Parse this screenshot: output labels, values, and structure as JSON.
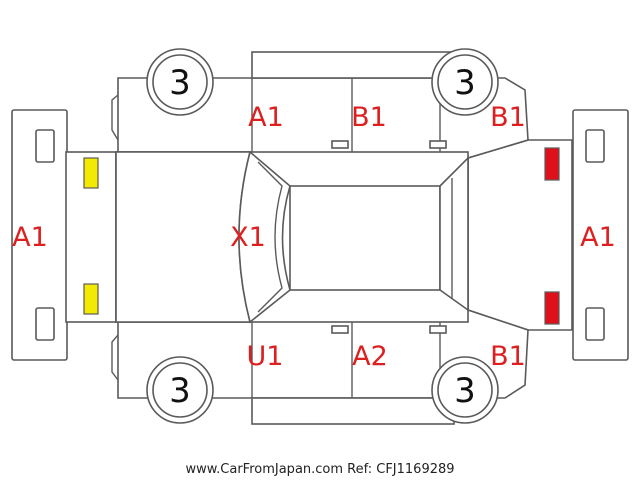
{
  "colors": {
    "damage_text": "#dd1f1f",
    "front_lamp": "#f2ea00",
    "rear_lamp": "#e0101a",
    "outline": "#5a5a5a"
  },
  "tires": {
    "front_left": "3",
    "rear_left": "3",
    "front_right": "3",
    "rear_right": "3"
  },
  "damage_codes": {
    "front_bumper": "A1",
    "rear_bumper": "A1",
    "hood": "X1",
    "front_door_left": "A1",
    "rear_door_left": "B1",
    "rear_quarter_left": "B1",
    "front_door_right": "U1",
    "rear_door_right": "A2",
    "rear_quarter_right": "B1"
  },
  "footer": {
    "watermark": "www.CarFromJapan.com Ref: CFJ1169289"
  }
}
